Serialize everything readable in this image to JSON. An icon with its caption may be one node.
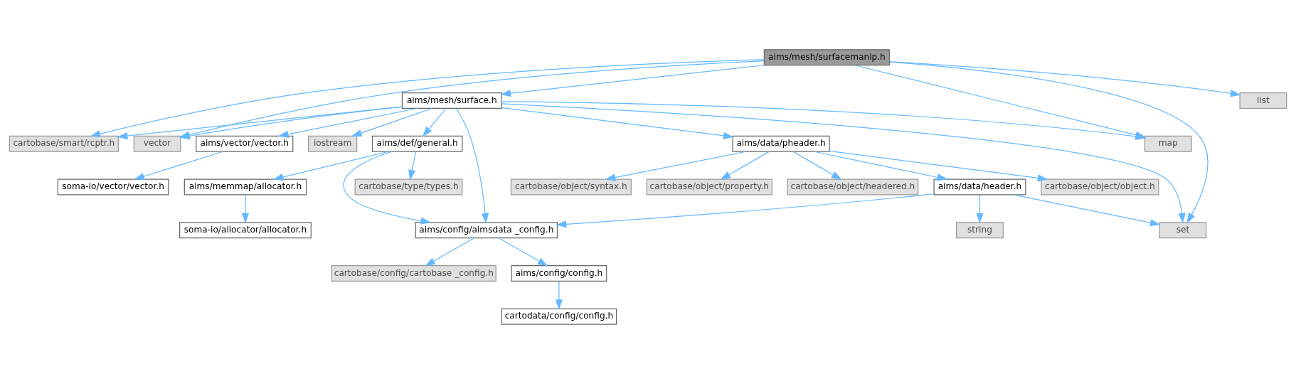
{
  "diagram": {
    "nodes": [
      {
        "text": [
          "aims/mesh/surfacemanip.h"
        ]
      },
      {
        "text": [
          "aims/mesh/surface.h"
        ]
      },
      {
        "text": [
          "set"
        ]
      },
      {
        "text": [
          "cartobase/smart/rcptr.h"
        ]
      },
      {
        "text": [
          "vector"
        ]
      },
      {
        "text": [
          "map"
        ]
      },
      {
        "text": [
          "list"
        ]
      },
      {
        "text": [
          "aims/data/pheader.h"
        ]
      },
      {
        "text": [
          "aims/vector/vector.h"
        ]
      },
      {
        "text": [
          "iostream"
        ]
      },
      {
        "text": [
          "aims/def/general.h"
        ]
      },
      {
        "text": [
          "aims/config/aimsdata _config.h"
        ]
      },
      {
        "text": [
          "cartobase/object/property.h"
        ]
      },
      {
        "text": [
          "cartobase/object/headered.h"
        ]
      },
      {
        "text": [
          "cartobase/object/object.h"
        ]
      },
      {
        "text": [
          "cartobase/object/syntax.h"
        ]
      },
      {
        "text": [
          "aims/data/header.h"
        ]
      },
      {
        "text": [
          "soma-io/vector/vector.h"
        ]
      },
      {
        "text": [
          "cartobase/type/types.h"
        ]
      },
      {
        "text": [
          "aims/memmap/allocator.h"
        ]
      },
      {
        "text": [
          "soma-io/allocator/allocator.h"
        ]
      },
      {
        "text": [
          "string"
        ]
      },
      {
        "text": [
          "cartobase/config/cartobase _config.h"
        ]
      },
      {
        "text": [
          "aims/config/config.h"
        ]
      },
      {
        "text": [
          "cartodata/config/config.h"
        ]
      }
    ],
    "edges": [
      {
        "from": 0,
        "to": 1,
        "arrow": "to"
      },
      {
        "from": 0,
        "to": 2,
        "arrow": "to"
      },
      {
        "from": 0,
        "to": 3,
        "arrow": "to"
      },
      {
        "from": 0,
        "to": 4,
        "arrow": "to"
      },
      {
        "from": 0,
        "to": 5,
        "arrow": "to"
      },
      {
        "from": 0,
        "to": 6,
        "arrow": "to"
      },
      {
        "from": 1,
        "to": 3,
        "arrow": "to"
      },
      {
        "from": 1,
        "to": 7,
        "arrow": "to"
      },
      {
        "from": 1,
        "to": 2,
        "arrow": "to"
      },
      {
        "from": 1,
        "to": 8,
        "arrow": "to"
      },
      {
        "from": 1,
        "to": 9,
        "arrow": "to"
      },
      {
        "from": 1,
        "to": 11,
        "arrow": "to"
      },
      {
        "from": 1,
        "to": 10,
        "arrow": "to"
      },
      {
        "from": 1,
        "to": 4,
        "arrow": "to"
      },
      {
        "from": 1,
        "to": 5,
        "arrow": "to"
      },
      {
        "from": 7,
        "to": 12,
        "arrow": "to"
      },
      {
        "from": 7,
        "to": 13,
        "arrow": "to"
      },
      {
        "from": 7,
        "to": 14,
        "arrow": "to"
      },
      {
        "from": 7,
        "to": 15,
        "arrow": "to"
      },
      {
        "from": 7,
        "to": 16,
        "arrow": "to"
      },
      {
        "from": 8,
        "to": 17,
        "arrow": "to"
      },
      {
        "from": 10,
        "to": 11,
        "arrow": "to"
      },
      {
        "from": 10,
        "to": 18,
        "arrow": "to"
      },
      {
        "from": 10,
        "to": 19,
        "arrow": "to"
      },
      {
        "from": 16,
        "to": 2,
        "arrow": "to"
      },
      {
        "from": 16,
        "to": 21,
        "arrow": "to"
      },
      {
        "from": 16,
        "to": 11,
        "arrow": "to"
      },
      {
        "from": 11,
        "to": 22,
        "arrow": "to"
      },
      {
        "from": 11,
        "to": 23,
        "arrow": "to"
      },
      {
        "from": 23,
        "to": 24,
        "arrow": "to"
      },
      {
        "from": 19,
        "to": 20,
        "arrow": "to"
      }
    ]
  }
}
